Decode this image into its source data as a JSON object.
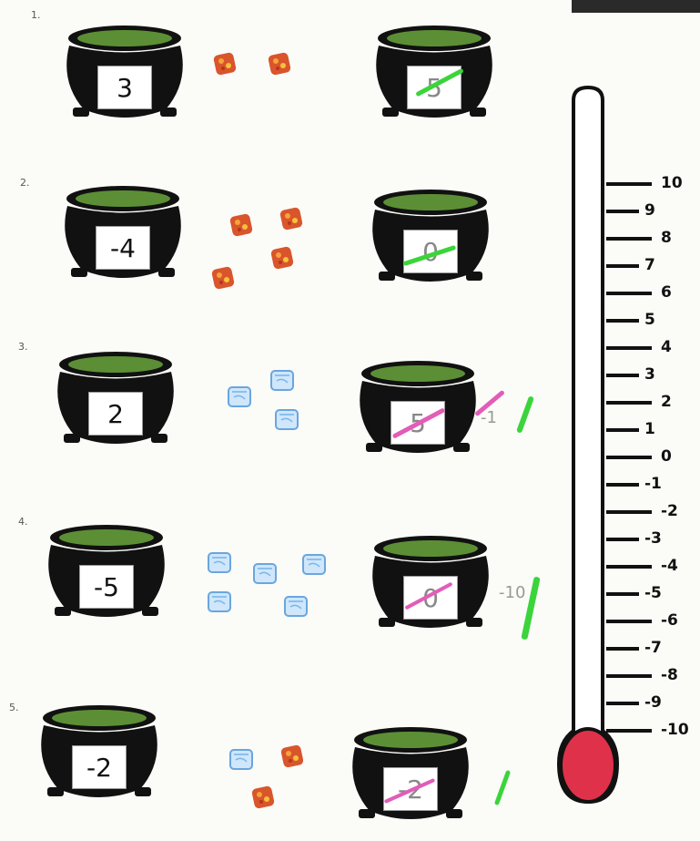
{
  "questions": [
    {
      "number": "1.",
      "start": "3",
      "answer": "5",
      "items": [
        "fire",
        "fire"
      ],
      "note": ""
    },
    {
      "number": "2.",
      "start": "-4",
      "answer": "0",
      "items": [
        "fire",
        "fire",
        "fire",
        "fire"
      ],
      "note": ""
    },
    {
      "number": "3.",
      "start": "2",
      "answer": "5",
      "items": [
        "ice",
        "ice",
        "ice"
      ],
      "note": "-1"
    },
    {
      "number": "4.",
      "start": "-5",
      "answer": "0",
      "items": [
        "ice",
        "ice",
        "ice",
        "ice",
        "ice"
      ],
      "note": "-10"
    },
    {
      "number": "5.",
      "start": "-2",
      "answer": "-2",
      "items": [
        "ice",
        "fire",
        "fire"
      ],
      "note": ""
    }
  ],
  "thermometer": {
    "labels": [
      "10",
      "9",
      "8",
      "7",
      "6",
      "5",
      "4",
      "3",
      "2",
      "1",
      "0",
      "-1",
      "-2",
      "-3",
      "-4",
      "-5",
      "-6",
      "-7",
      "-8",
      "-9",
      "-10"
    ],
    "fill_level_value": -10,
    "bulb_color": "#e0314b"
  },
  "colors": {
    "cauldron": "#111111",
    "potion": "#5c8f35",
    "check_green": "#3bd43b",
    "check_pink": "#e25cb8"
  },
  "icons": {
    "fire_item": "fire-cube-icon",
    "ice_item": "ice-cube-icon"
  }
}
